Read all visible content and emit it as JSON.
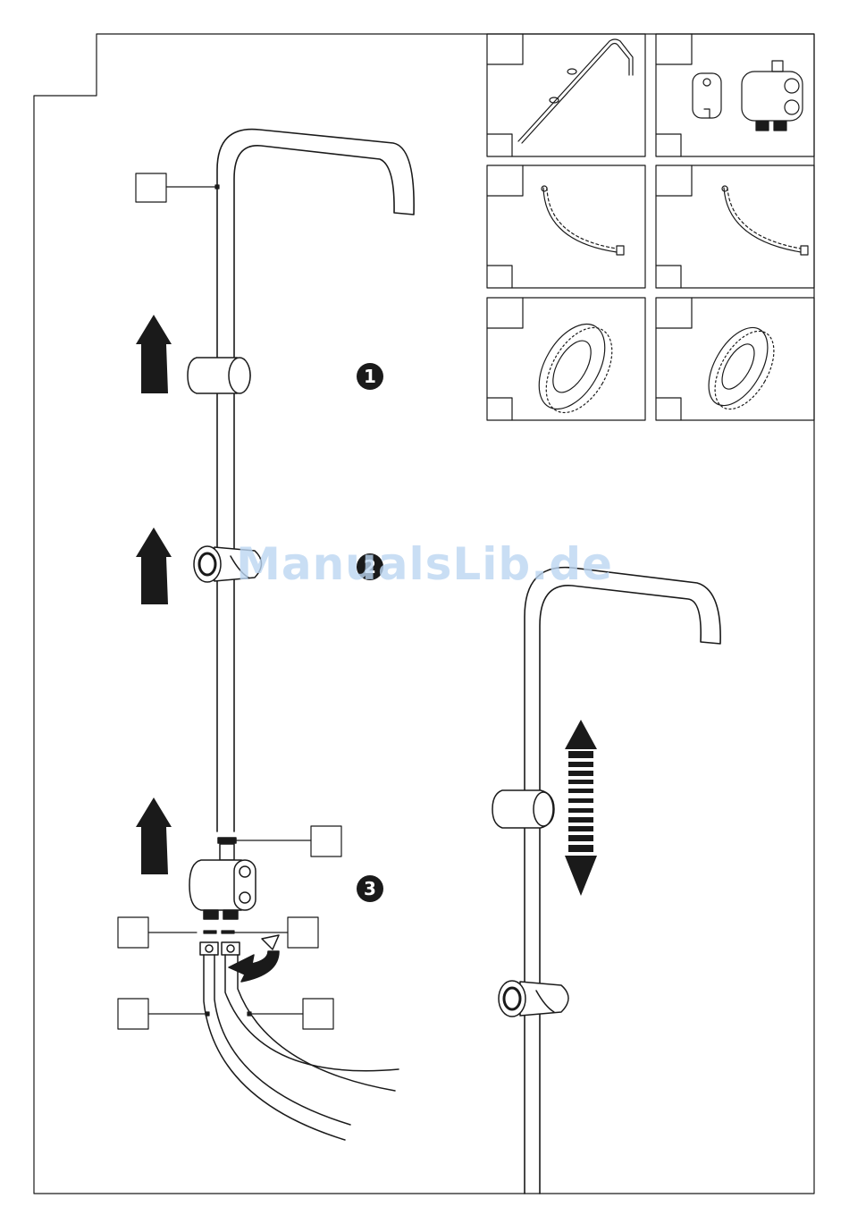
{
  "steps": [
    "1",
    "2",
    "3"
  ],
  "watermark": "ManualsLib.de",
  "colors": {
    "line": "#1a1a1a",
    "watermark": "#bcd6f2",
    "background": "#ffffff"
  }
}
